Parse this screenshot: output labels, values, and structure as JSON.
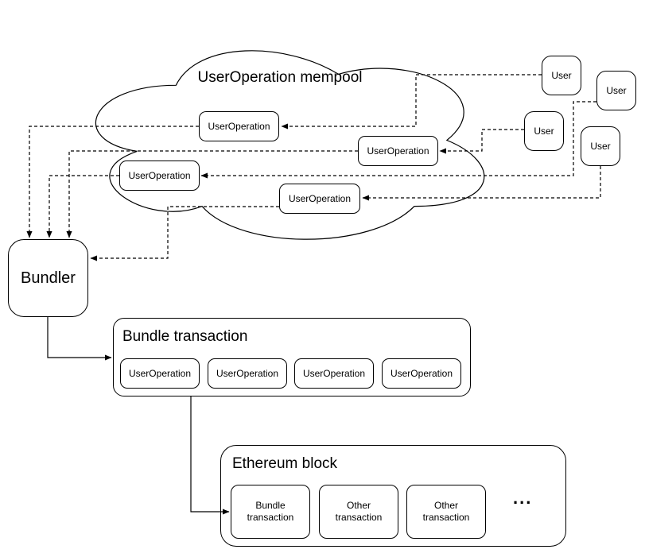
{
  "diagram": {
    "mempool": {
      "title": "UserOperation mempool",
      "operations": [
        "UserOperation",
        "UserOperation",
        "UserOperation",
        "UserOperation"
      ]
    },
    "users": {
      "labels": [
        "User",
        "User",
        "User",
        "User"
      ]
    },
    "bundler": {
      "label": "Bundler"
    },
    "bundle_transaction": {
      "title": "Bundle transaction",
      "operations": [
        "UserOperation",
        "UserOperation",
        "UserOperation",
        "UserOperation"
      ]
    },
    "ethereum_block": {
      "title": "Ethereum block",
      "transactions": [
        "Bundle transaction",
        "Other transaction",
        "Other transaction"
      ],
      "more_indicator": "..."
    },
    "colors": {
      "stroke": "#000000",
      "background": "#ffffff"
    }
  }
}
